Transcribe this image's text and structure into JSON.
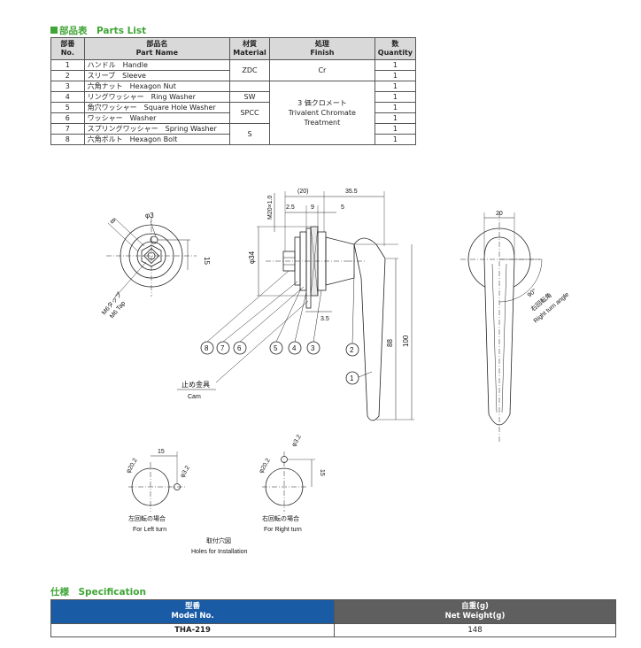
{
  "parts_list": {
    "title": "部品表　Parts List",
    "headers": {
      "no": [
        "部番",
        "No."
      ],
      "name": [
        "部品名",
        "Part Name"
      ],
      "material": [
        "材質",
        "Material"
      ],
      "finish": [
        "処理",
        "Finish"
      ],
      "qty": [
        "数",
        "Quantity"
      ]
    },
    "rows": [
      {
        "no": "1",
        "name": "ハンドル　Handle",
        "qty": "1"
      },
      {
        "no": "2",
        "name": "スリーブ　Sleeve",
        "qty": "1"
      },
      {
        "no": "3",
        "name": "六角ナット　Hexagon Nut",
        "qty": "1"
      },
      {
        "no": "4",
        "name": "リングワッシャー　Ring Washer",
        "qty": "1"
      },
      {
        "no": "5",
        "name": "角穴ワッシャー　Square Hole Washer",
        "qty": "1"
      },
      {
        "no": "6",
        "name": "ワッシャー　Washer",
        "qty": "1"
      },
      {
        "no": "7",
        "name": "スプリングワッシャー　Spring Washer",
        "qty": "1"
      },
      {
        "no": "8",
        "name": "六角ボルト　Hexagon Bolt",
        "qty": "1"
      }
    ],
    "materials": [
      "ZDC",
      "SW",
      "SPCC",
      "S"
    ],
    "finishes": [
      "Cr",
      "3 価クロメート",
      "Trivalent Chromate Treatment"
    ]
  },
  "drawing": {
    "dims": {
      "hex": "8",
      "phi3": "φ3",
      "d15": "15",
      "m6_jp": "M6タップ",
      "m6_en": "M6 Tap",
      "m20": "M20×1.0",
      "d20p": "(20)",
      "d355": "35.5",
      "d25": "2.5",
      "d9": "9",
      "d5": "5",
      "phi34": "φ34",
      "d35": "3.5",
      "d88": "88",
      "d100": "100",
      "d20": "20",
      "angle": "90°",
      "rt_jp": "右回転角",
      "rt_en": "Right turn angle"
    },
    "callouts": [
      "8",
      "7",
      "6",
      "5",
      "4",
      "3",
      "2",
      "1"
    ],
    "cam_jp": "止め金具",
    "cam_en": "Cam",
    "holes": {
      "left_dia": "φ20.2",
      "left_small": "φ3.2",
      "left_dim": "15",
      "right_dia": "φ20.2",
      "right_small": "φ3.2",
      "right_dim": "15",
      "left_jp": "左回転の場合",
      "left_en": "For Left turn",
      "right_jp": "右回転の場合",
      "right_en": "For Right turn",
      "install_jp": "取付穴図",
      "install_en": "Holes for Installation"
    }
  },
  "specification": {
    "title": "仕様　Specification",
    "model_header": [
      "型番",
      "Model No."
    ],
    "weight_header": [
      "自重(g)",
      "Net Weight(g)"
    ],
    "rows": [
      {
        "model": "THA-219",
        "weight": "148"
      }
    ]
  },
  "colors": {
    "accent_green": "#3fa535",
    "header_blue": "#1a5ba6",
    "header_gray": "#5f5f5f"
  }
}
